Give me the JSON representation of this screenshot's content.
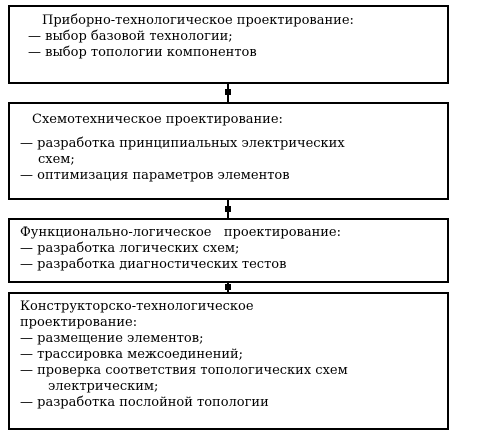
{
  "blocks": [
    {
      "title": "Приборно-технологическое проектирование:",
      "items": [
        "— выбор базовой технологии;",
        "— выбор топологии компонентов"
      ]
    },
    {
      "title": "Схемотехническое проектирование:",
      "items": [
        "— разработка принципиальных электрических",
        "схем;",
        "— оптимизация параметров элементов"
      ]
    },
    {
      "title": "Функционально-логическое   проектирование:",
      "items": [
        "— разработка логических схем;",
        "— разработка диагностических тестов"
      ]
    },
    {
      "title": "Конструкторско-технологическое",
      "title2": "проектирование:",
      "items": [
        "— размещение элементов;",
        "— трассировка межсоединений;",
        "— проверка соответствия топологических схем",
        "электрическим;",
        "— разработка послойной топологии"
      ]
    }
  ]
}
